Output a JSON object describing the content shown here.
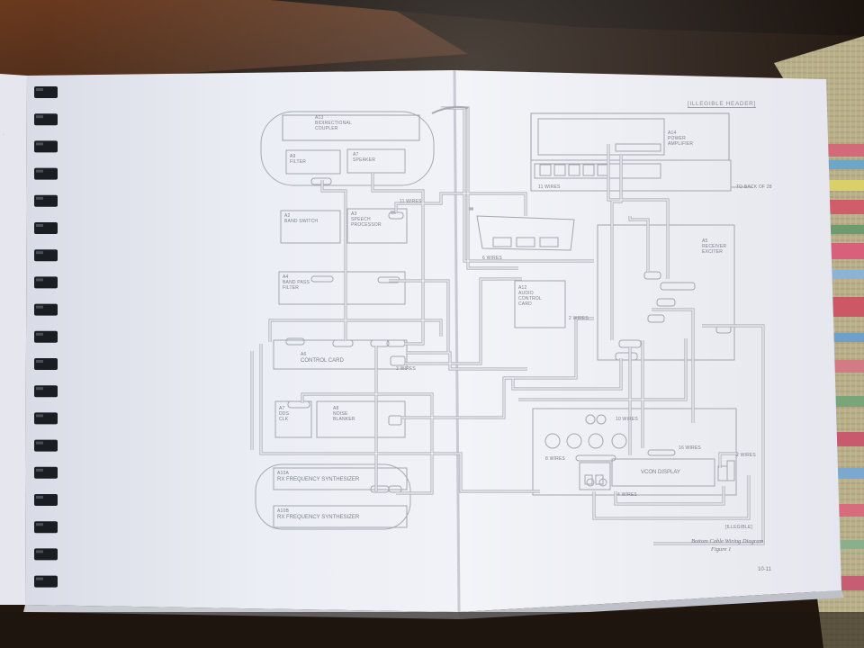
{
  "page": {
    "header_text": "[ILLEGIBLE HEADER]",
    "page_number": "10-11"
  },
  "caption": {
    "line1": "Bottom Cable Wiring Diagram",
    "line2": "Figure 1"
  },
  "figure_code": "[ILLEGIBLE]",
  "blocks": {
    "a13": {
      "ref": "A13",
      "line1": "BIDIRECTIONAL",
      "line2": "COUPLER"
    },
    "a8": {
      "ref": "A9",
      "line1": "FILTER"
    },
    "a9": {
      "ref": "A7",
      "line1": "SPEAKER"
    },
    "a2": {
      "ref": "A2",
      "line1": "BAND SWITCH"
    },
    "a3": {
      "ref": "A3",
      "line1": "SPEECH",
      "line2": "PROCESSOR"
    },
    "a4": {
      "ref": "A4",
      "line1": "BAND PASS",
      "line2": "FILTER"
    },
    "a6": {
      "ref": "A6",
      "line1": "CONTROL CARD"
    },
    "a7": {
      "ref": "A7",
      "line1": "DDS",
      "line2": "CLK"
    },
    "a8b": {
      "ref": "A8",
      "line1": "NOISE",
      "line2": "BLANKER"
    },
    "a10a": {
      "ref": "A10A",
      "line1": "RX FREQUENCY SYNTHESIZER"
    },
    "a10b": {
      "ref": "A10B",
      "line1": "RX FREQUENCY SYNTHESIZER"
    },
    "a14": {
      "ref": "A14",
      "line1": "POWER",
      "line2": "AMPLIFIER"
    },
    "a5": {
      "ref": "A5",
      "line1": "RECEIVER",
      "line2": "EXCITER"
    },
    "a12": {
      "ref": "A12",
      "line1": "AUDIO",
      "line2": "CONTROL",
      "line3": "CARD"
    },
    "display": {
      "label": "VCON DISPLAY"
    }
  },
  "wire_labels": {
    "w1": "11 WIRES",
    "w2": "6 WIRES",
    "w3": "11 WIRES",
    "w4": "2 WIRES",
    "w5": "10 WIRES",
    "w6": "8 WIRES",
    "w7": "16 WIRES",
    "w8": "4 WIRES",
    "w9": "2 WIRES",
    "w10": "3 WIRES",
    "w11": "TO BACK OF 28"
  }
}
